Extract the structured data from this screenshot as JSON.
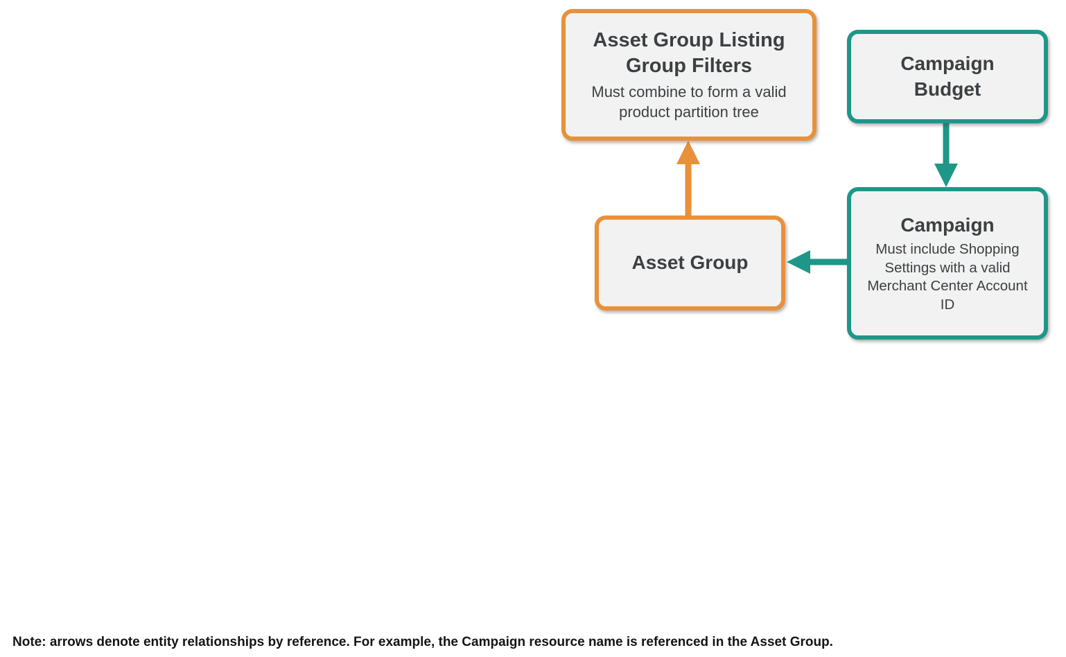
{
  "colors": {
    "orange": "#E8913A",
    "teal": "#1E9688",
    "box_fill": "#F2F2F2",
    "text": "#3C4043",
    "note_text": "#141414"
  },
  "diagram": {
    "nodes": [
      {
        "id": "asset-group-listing-group-filters",
        "title": "Asset Group Listing Group Filters",
        "subtitle": "Must combine to form a valid product partition tree",
        "color": "orange"
      },
      {
        "id": "campaign-budget",
        "title": "Campaign Budget",
        "subtitle": "",
        "color": "teal"
      },
      {
        "id": "campaign",
        "title": "Campaign",
        "subtitle": "Must include Shopping Settings with a valid Merchant Center Account ID",
        "color": "teal"
      },
      {
        "id": "asset-group",
        "title": "Asset Group",
        "subtitle": "",
        "color": "orange"
      }
    ],
    "edges": [
      {
        "from": "asset-group",
        "to": "asset-group-listing-group-filters",
        "color": "orange",
        "direction": "up"
      },
      {
        "from": "campaign-budget",
        "to": "campaign",
        "color": "teal",
        "direction": "down"
      },
      {
        "from": "campaign",
        "to": "asset-group",
        "color": "teal",
        "direction": "left"
      }
    ]
  },
  "note": "Note: arrows denote entity relationships by reference. For example, the Campaign resource name is referenced in the Asset Group."
}
